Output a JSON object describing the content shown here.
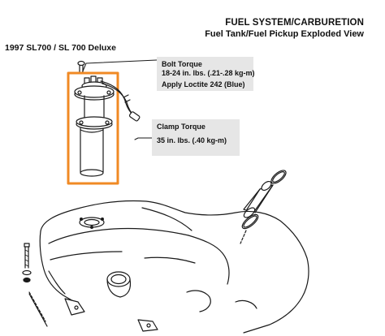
{
  "header": {
    "title": "FUEL SYSTEM/CARBURETION",
    "subtitle": "Fuel Tank/Fuel Pickup Exploded View"
  },
  "model": "1997 SL700 / SL 700 Deluxe",
  "callouts": {
    "bolt": {
      "title": "Bolt Torque",
      "spec": "18-24 in. lbs. (.21-.28 kg-m)",
      "note": "Apply Loctite 242 (Blue)"
    },
    "clamp": {
      "title": "Clamp Torque",
      "spec": "35 in. lbs. (.40 kg-m)"
    }
  },
  "colors": {
    "highlight": "#f08a24",
    "callout_bg": "#e6e6e6",
    "line": "#1a1a1a"
  }
}
